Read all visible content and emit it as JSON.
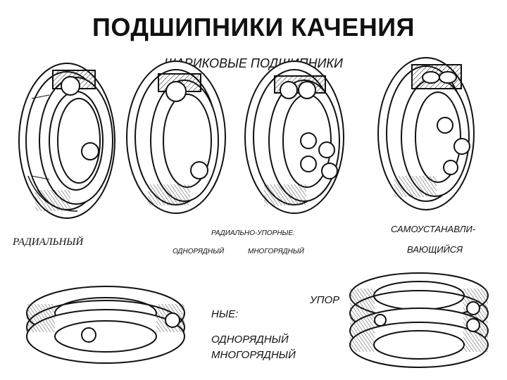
{
  "title": "ПОДШИПНИКИ КАЧЕНИЯ",
  "subtitle": "ШАРИКОВЫЕ  ПОДШИПНИКИ",
  "labels": {
    "radial": "РАДИАЛЬНЫЙ",
    "angular_contact": "РАДИАЛЬНО-УПОРНЫЕ:",
    "single_row": "ОДНОРЯДНЫЙ",
    "multi_row": "МНОГОРЯДНЫЙ",
    "self_aligning_1": "САМОУСТАНАВЛИ-",
    "self_aligning_2": "ВАЮЩИЙСЯ",
    "thrust_1": "УПОР",
    "thrust_2": "НЫЕ:",
    "thrust_single": "ОДНОРЯДНЫЙ",
    "thrust_multi": "МНОГОРЯДНЫЙ"
  }
}
